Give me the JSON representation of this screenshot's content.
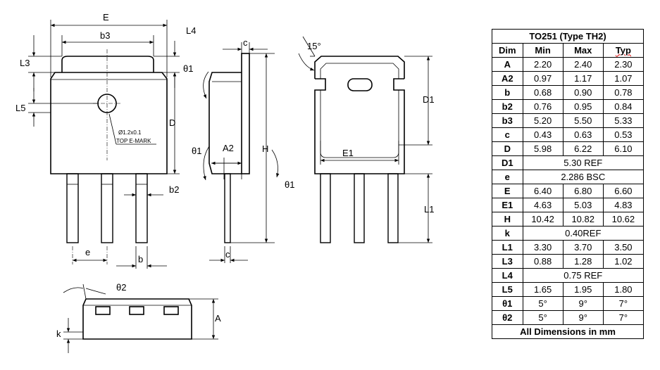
{
  "drawing": {
    "top_view_labels": {
      "E": "E",
      "b3": "b3",
      "L4": "L4",
      "L3": "L3",
      "L5": "L5",
      "D": "D",
      "theta1": "θ1",
      "b2": "b2",
      "e": "e",
      "b": "b"
    },
    "mark_note": {
      "line1": "Ø1.2x0.1",
      "line2": "TOP E-MARK"
    },
    "side_view_labels": {
      "c_top": "c",
      "theta1_a": "θ1",
      "A2": "A2",
      "H": "H",
      "theta1_b": "θ1",
      "c_bottom": "c"
    },
    "back_view_labels": {
      "angle": "15°",
      "D1": "D1",
      "E1": "E1",
      "L1": "L1"
    },
    "end_view_labels": {
      "theta2": "θ2",
      "k": "k",
      "A": "A"
    }
  },
  "table": {
    "title": "TO251 (Type TH2)",
    "headers": [
      "Dim",
      "Min",
      "Max",
      "Typ"
    ],
    "rows": [
      {
        "dim": "A",
        "min": "2.20",
        "max": "2.40",
        "typ": "2.30"
      },
      {
        "dim": "A2",
        "min": "0.97",
        "max": "1.17",
        "typ": "1.07"
      },
      {
        "dim": "b",
        "min": "0.68",
        "max": "0.90",
        "typ": "0.78"
      },
      {
        "dim": "b2",
        "min": "0.76",
        "max": "0.95",
        "typ": "0.84"
      },
      {
        "dim": "b3",
        "min": "5.20",
        "max": "5.50",
        "typ": "5.33"
      },
      {
        "dim": "c",
        "min": "0.43",
        "max": "0.63",
        "typ": "0.53"
      },
      {
        "dim": "D",
        "min": "5.98",
        "max": "6.22",
        "typ": "6.10"
      },
      {
        "dim": "D1",
        "ref": "5.30 REF"
      },
      {
        "dim": "e",
        "ref": "2.286 BSC"
      },
      {
        "dim": "E",
        "min": "6.40",
        "max": "6.80",
        "typ": "6.60"
      },
      {
        "dim": "E1",
        "min": "4.63",
        "max": "5.03",
        "typ": "4.83"
      },
      {
        "dim": "H",
        "min": "10.42",
        "max": "10.82",
        "typ": "10.62"
      },
      {
        "dim": "k",
        "ref": "0.40REF"
      },
      {
        "dim": "L1",
        "min": "3.30",
        "max": "3.70",
        "typ": "3.50"
      },
      {
        "dim": "L3",
        "min": "0.88",
        "max": "1.28",
        "typ": "1.02"
      },
      {
        "dim": "L4",
        "ref": "0.75 REF"
      },
      {
        "dim": "L5",
        "min": "1.65",
        "max": "1.95",
        "typ": "1.80"
      },
      {
        "dim": "θ1",
        "min": "5°",
        "max": "9°",
        "typ": "7°"
      },
      {
        "dim": "θ2",
        "min": "5°",
        "max": "9°",
        "typ": "7°"
      }
    ],
    "footer": "All Dimensions in mm"
  }
}
